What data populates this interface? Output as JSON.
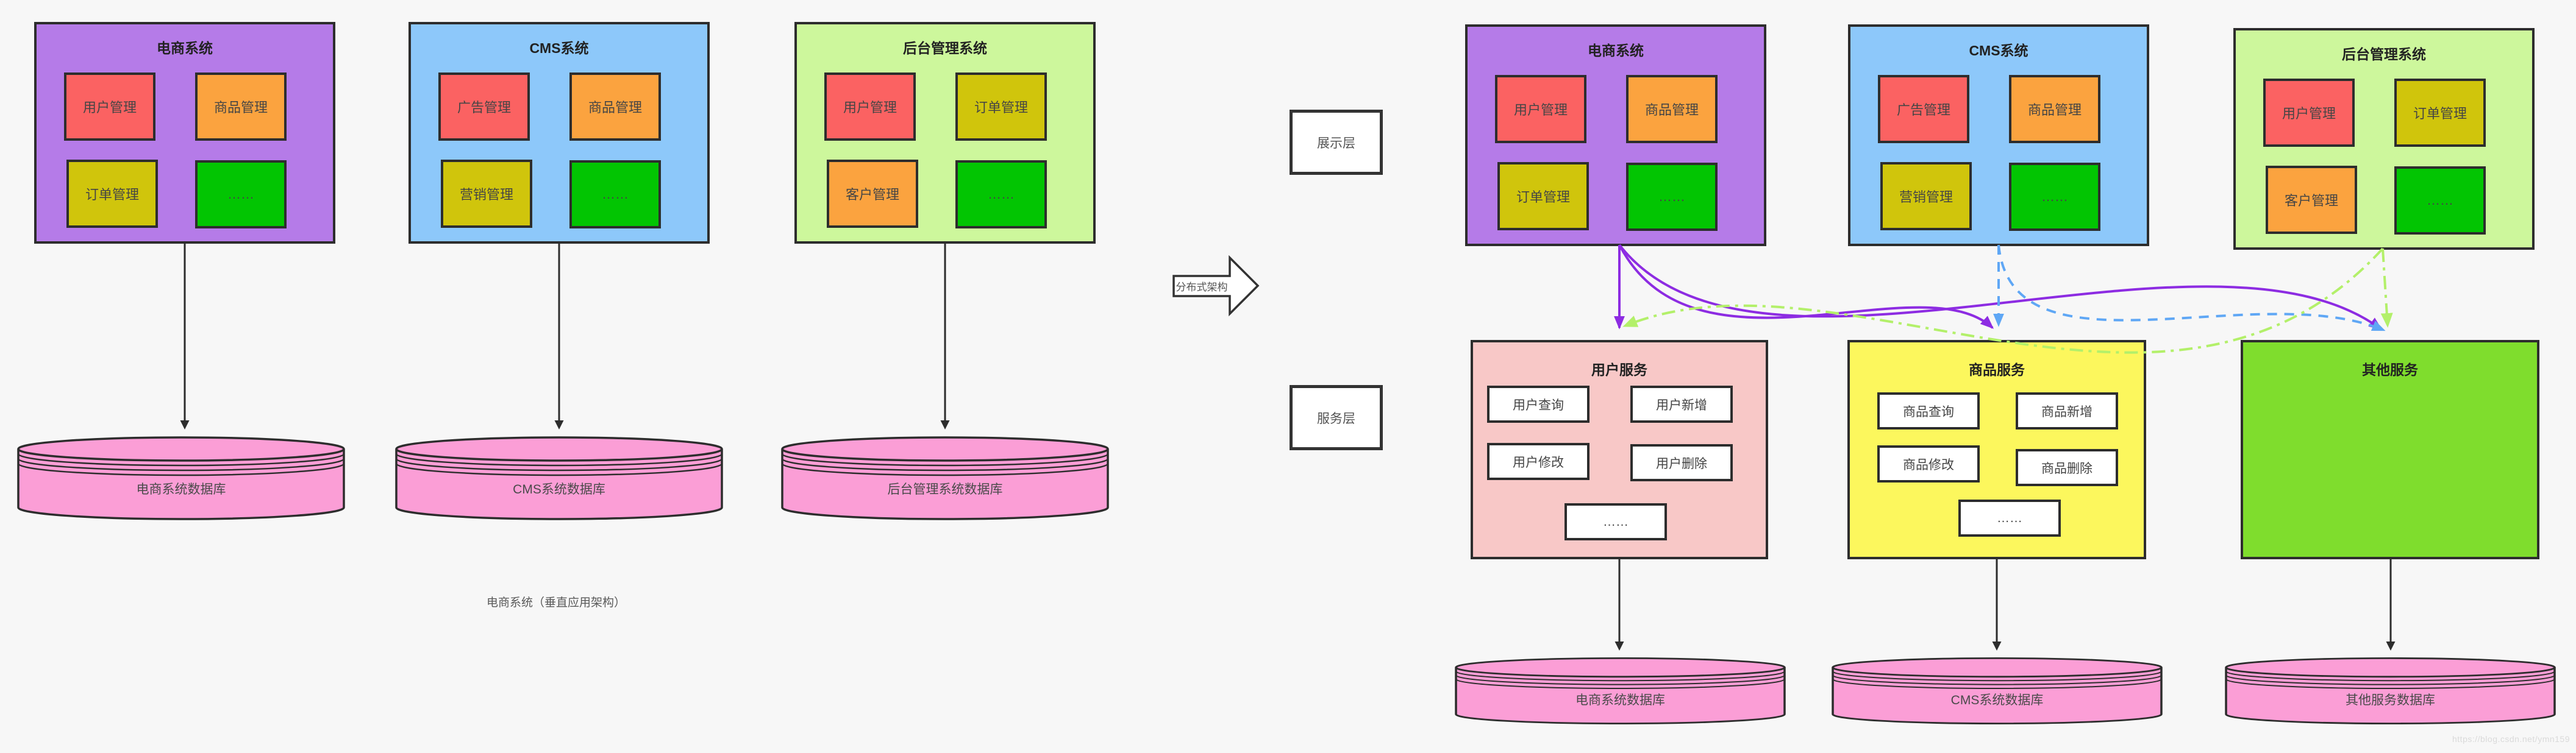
{
  "caption": "电商系统（垂直应用架构）",
  "transform_arrow_label": "分布式架构",
  "watermark": "https://blog.csdn.net/ymn159",
  "colors": {
    "background": "#f7f7f7",
    "border": "#2d2d2d",
    "system_purple": "#b57be8",
    "system_blue": "#8dc8fa",
    "system_light_green": "#cdf79c",
    "module_red": "#fb6262",
    "module_orange": "#fba33f",
    "module_yellow": "#d0c50c",
    "module_green": "#02c502",
    "service_pink": "#f8c8c7",
    "service_yellow": "#fcf75d",
    "service_green": "#7fdd2d",
    "database_pink": "#fb9ed6",
    "link_purple": "#8d2ce2",
    "link_blue": "#5fa7f5",
    "link_green": "#b3f06a"
  },
  "left": {
    "systems": [
      {
        "title": "电商系统",
        "modules": [
          "用户管理",
          "商品管理",
          "订单管理",
          "……"
        ]
      },
      {
        "title": "CMS系统",
        "modules": [
          "广告管理",
          "商品管理",
          "营销管理",
          "……"
        ]
      },
      {
        "title": "后台管理系统",
        "modules": [
          "用户管理",
          "订单管理",
          "客户管理",
          "……"
        ]
      }
    ],
    "databases": [
      "电商系统数据库",
      "CMS系统数据库",
      "后台管理系统数据库"
    ]
  },
  "right": {
    "layer_labels": [
      "展示层",
      "服务层"
    ],
    "systems": [
      {
        "title": "电商系统",
        "modules": [
          "用户管理",
          "商品管理",
          "订单管理",
          "……"
        ]
      },
      {
        "title": "CMS系统",
        "modules": [
          "广告管理",
          "商品管理",
          "营销管理",
          "……"
        ]
      },
      {
        "title": "后台管理系统",
        "modules": [
          "用户管理",
          "订单管理",
          "客户管理",
          "……"
        ]
      }
    ],
    "services": [
      {
        "title": "用户服务",
        "operations": [
          "用户查询",
          "用户新增",
          "用户修改",
          "用户删除",
          "……"
        ]
      },
      {
        "title": "商品服务",
        "operations": [
          "商品查询",
          "商品新增",
          "商品修改",
          "商品删除",
          "……"
        ]
      },
      {
        "title": "其他服务",
        "operations": []
      }
    ],
    "databases": [
      "电商系统数据库",
      "CMS系统数据库",
      "其他服务数据库"
    ]
  }
}
